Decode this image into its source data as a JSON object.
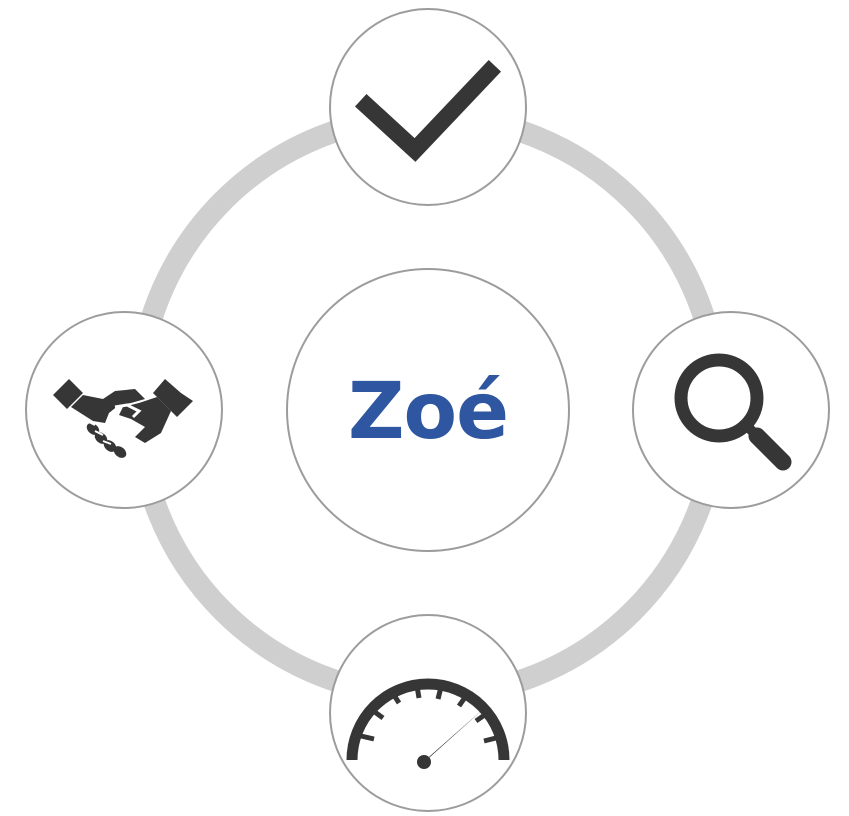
{
  "center": {
    "label": "Zoé",
    "label_color": "#2f56a0"
  },
  "ring_color": "#cfcfcf",
  "node_border_color": "#9c9c9c",
  "icon_color": "#363636",
  "nodes": [
    {
      "position": "top",
      "icon": "checkmark-icon"
    },
    {
      "position": "right",
      "icon": "magnifying-glass-icon"
    },
    {
      "position": "bottom",
      "icon": "speedometer-icon"
    },
    {
      "position": "left",
      "icon": "handshake-icon"
    }
  ]
}
